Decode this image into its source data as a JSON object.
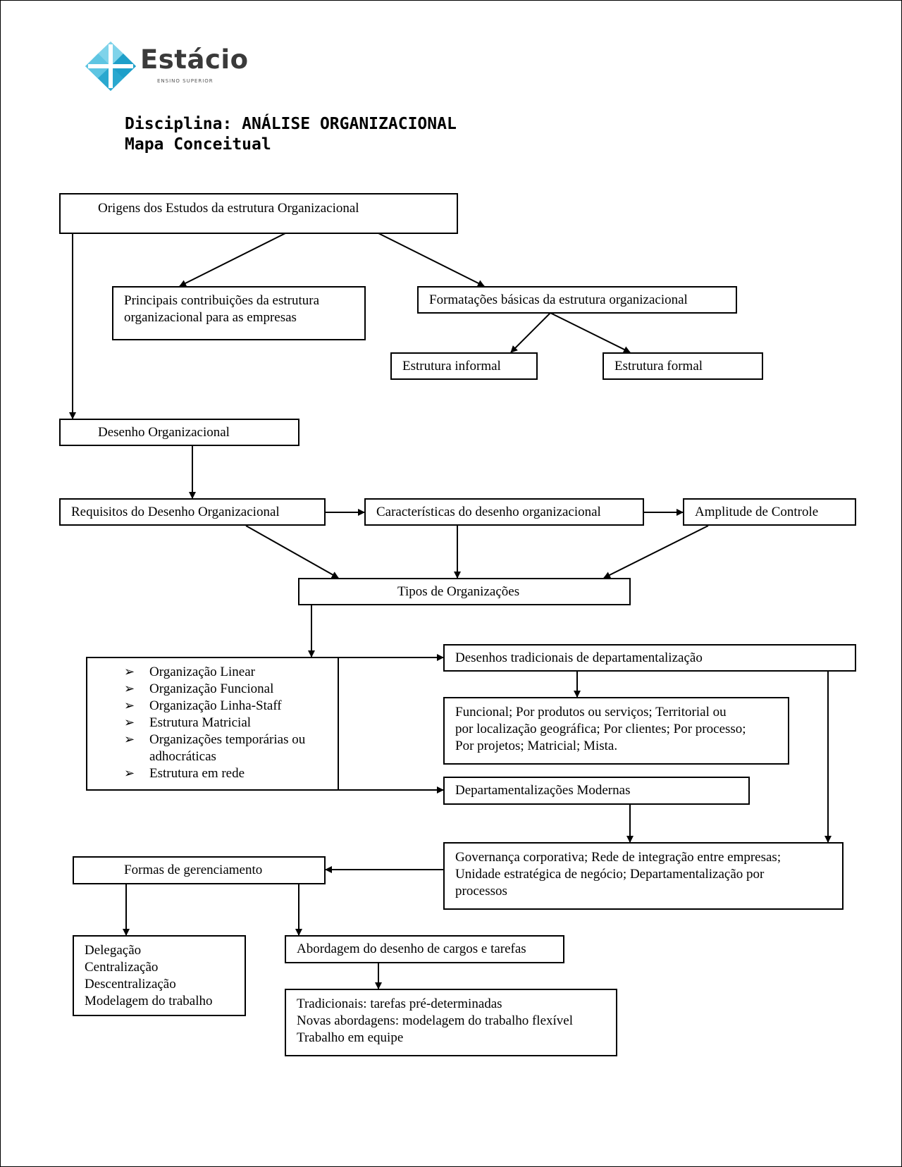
{
  "logo": {
    "name": "Estácio",
    "subtitle": "ENSINO SUPERIOR"
  },
  "heading": {
    "line1": "Disciplina: ANÁLISE ORGANIZACIONAL",
    "line2": "Mapa Conceitual"
  },
  "nodes": {
    "origens": "Origens dos Estudos da estrutura Organizacional",
    "contribuicoes": [
      "Principais contribuições da estrutura",
      "organizacional para as empresas"
    ],
    "formatacoes": "Formatações básicas da estrutura organizacional",
    "informal": "Estrutura informal",
    "formal": "Estrutura formal",
    "desenho": "Desenho Organizacional",
    "requisitos": "Requisitos do Desenho Organizacional",
    "caracteristicas": "Características do desenho organizacional",
    "amplitude": "Amplitude de Controle",
    "tipos": "Tipos de Organizações",
    "tipos_lista": [
      "Organização Linear",
      "Organização Funcional",
      "Organização Linha-Staff",
      "Estrutura Matricial",
      "Organizações temporárias ou adhocráticas",
      "Estrutura em rede"
    ],
    "desenhos_tradicionais": "Desenhos tradicionais de departamentalização",
    "tradicionais_lista": [
      "Funcional; Por produtos ou serviços; Territorial ou",
      "por localização geográfica; Por clientes; Por processo;",
      "Por projetos; Matricial; Mista."
    ],
    "deptos_modernas": "Departamentalizações Modernas",
    "governanca": [
      "Governança corporativa; Rede de integração entre empresas;",
      "Unidade estratégica de negócio; Departamentalização por",
      "processos"
    ],
    "formas": "Formas de gerenciamento",
    "formas_lista": [
      "Delegação",
      "Centralização",
      "Descentralização",
      "Modelagem do trabalho"
    ],
    "abordagem": "Abordagem do desenho de cargos e tarefas",
    "abordagem_lista": [
      "Tradicionais: tarefas pré-determinadas",
      "Novas abordagens: modelagem do trabalho flexível",
      "Trabalho em equipe"
    ]
  }
}
